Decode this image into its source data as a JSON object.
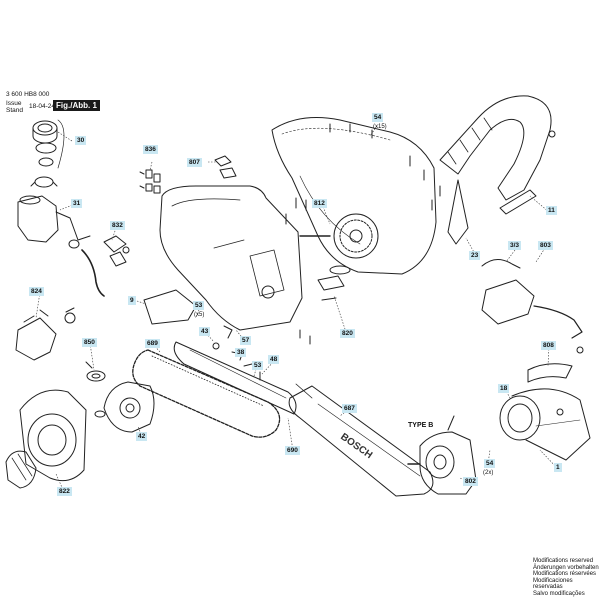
{
  "header": {
    "doc_number": "3 600 HB8 000",
    "issue_label": "Issue",
    "stand_label": "Stand",
    "date": "18-04-24",
    "fig_label": "Fig./Abb. 1"
  },
  "type_label": "TYPE B",
  "brand_on_guard": "BOSCH",
  "modifications": [
    "Modifications reserved",
    "Änderungen vorbehalten",
    "Modifications réservées",
    "Modificaciones reservadas",
    "Salvo modificações"
  ],
  "callouts": {
    "c30": "30",
    "c836": "836",
    "c807": "807",
    "c54a": "54",
    "c812": "812",
    "c11": "11",
    "c31": "31",
    "c832": "832",
    "c23": "23",
    "c3_3": "3/3",
    "c803": "803",
    "c824": "824",
    "c9": "9",
    "c53a": "53",
    "c820": "820",
    "c850": "850",
    "c689": "689",
    "c43": "43",
    "c57": "57",
    "c38": "38",
    "c48": "48",
    "c53b": "53",
    "c808": "808",
    "c18": "18",
    "c687": "687",
    "c42": "42",
    "c690": "690",
    "c802": "802",
    "c54b": "54",
    "c1": "1",
    "c822": "822"
  },
  "sub_labels": {
    "x15": "(x15)",
    "x5": "(x5)",
    "x2": "(2x)"
  }
}
